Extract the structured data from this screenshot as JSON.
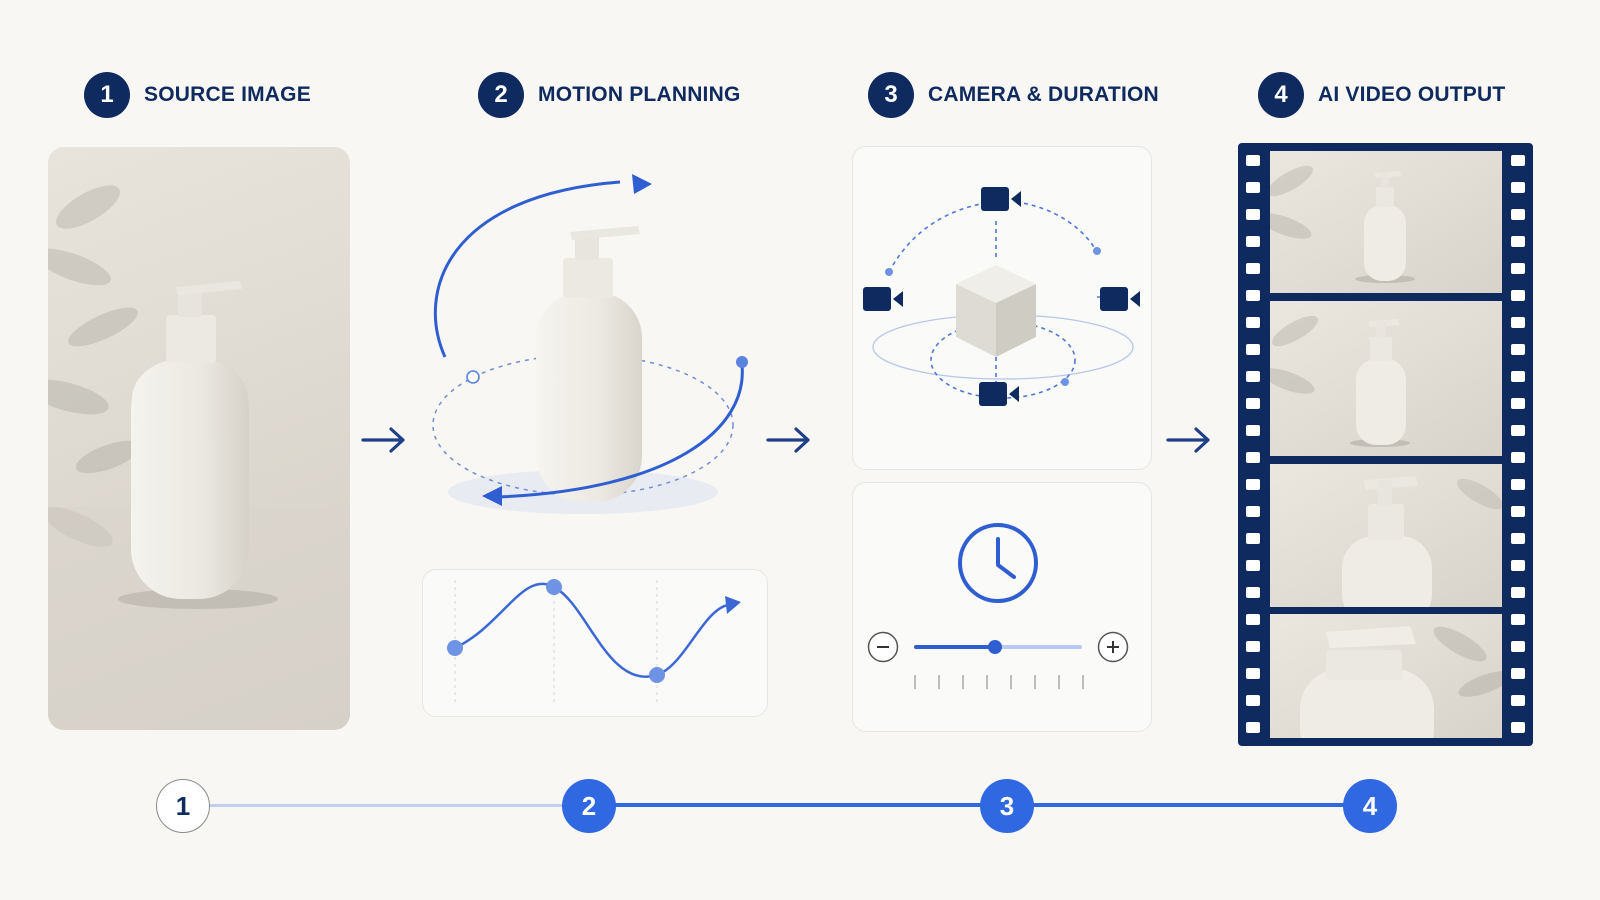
{
  "steps": [
    {
      "number": "1",
      "title": "SOURCE IMAGE"
    },
    {
      "number": "2",
      "title": "MOTION PLANNING"
    },
    {
      "number": "3",
      "title": "CAMERA & DURATION"
    },
    {
      "number": "4",
      "title": "AI VIDEO OUTPUT"
    }
  ],
  "timeline": {
    "nodes": [
      "1",
      "2",
      "3",
      "4"
    ],
    "active_from": 2
  },
  "colors": {
    "navy": "#0f2a5e",
    "accent": "#2f68e0",
    "background": "#f8f7f3"
  },
  "icons": {
    "arrow": "arrow-right-icon",
    "clock": "clock-icon",
    "camera": "video-camera-icon",
    "minus": "minus-icon",
    "plus": "plus-icon"
  }
}
